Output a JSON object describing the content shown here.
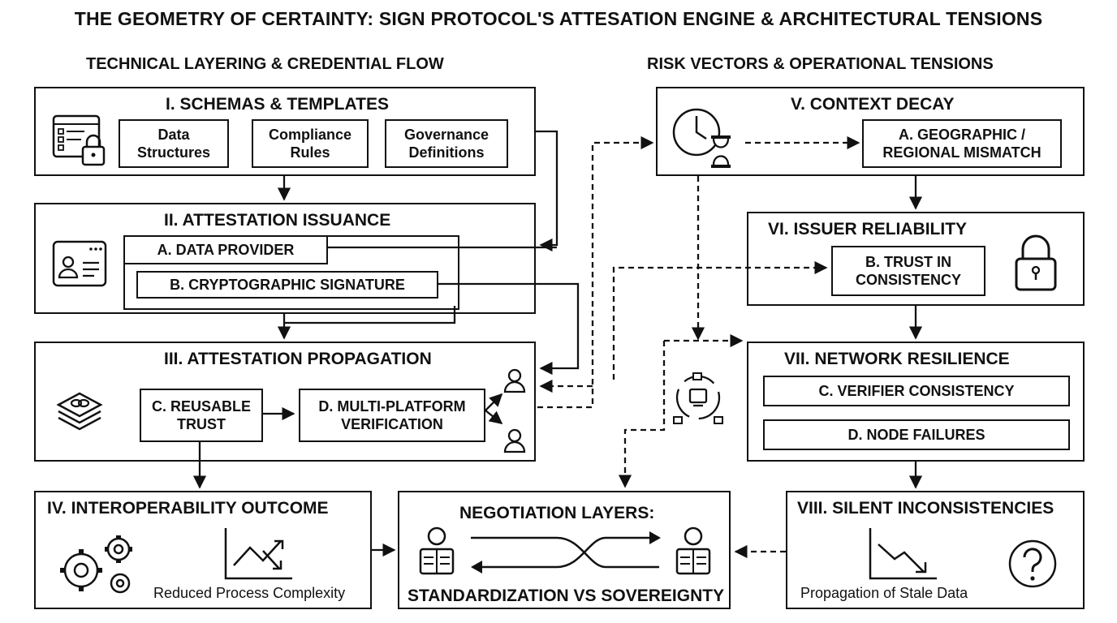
{
  "title": "THE GEOMETRY OF CERTAINTY: SIGN PROTOCOL'S ATTESATION ENGINE & ARCHITECTURAL TENSIONS",
  "columns": {
    "left": "TECHNICAL LAYERING & CREDENTIAL FLOW",
    "right": "RISK VECTORS & OPERATIONAL TENSIONS"
  },
  "left": {
    "schemas": {
      "title": "I. SCHEMAS & TEMPLATES",
      "icon": "form-lock-icon",
      "items": [
        "Data\nStructures",
        "Compliance\nRules",
        "Governance\nDefinitions"
      ]
    },
    "issuance": {
      "title": "II. ATTESTATION ISSUANCE",
      "icon": "id-card-icon",
      "items": [
        "A. DATA PROVIDER",
        "B. CRYPTOGRAPHIC SIGNATURE"
      ]
    },
    "propagation": {
      "title": "III. ATTESTATION PROPAGATION",
      "icon": "layers-link-icon",
      "items": [
        "C. REUSABLE\nTRUST",
        "D. MULTI-PLATFORM\nVERIFICATION"
      ]
    },
    "outcome": {
      "title": "IV. INTEROPERABILITY OUTCOME",
      "caption": "Reduced Process Complexity"
    }
  },
  "negotiation": {
    "title": "NEGOTIATION LAYERS:",
    "subtitle": "STANDARDIZATION VS SOVEREIGNTY"
  },
  "right": {
    "context": {
      "title": "V. CONTEXT DECAY",
      "items": [
        "A. GEOGRAPHIC /\nREGIONAL MISMATCH"
      ]
    },
    "issuer": {
      "title": "VI. ISSUER RELIABILITY",
      "items": [
        "B. TRUST IN\nCONSISTENCY"
      ]
    },
    "network": {
      "title": "VII. NETWORK RESILIENCE",
      "items": [
        "C. VERIFIER CONSISTENCY",
        "D. NODE FAILURES"
      ]
    },
    "silent": {
      "title": "VIII. SILENT INCONSISTENCIES",
      "caption": "Propagation of Stale Data"
    }
  }
}
